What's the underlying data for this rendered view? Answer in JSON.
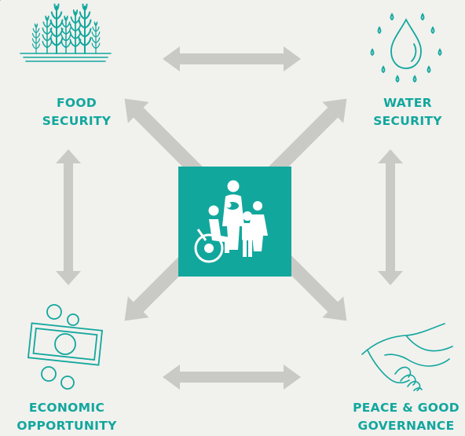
{
  "colors": {
    "teal": "#12a79d",
    "arrow": "#c9c9c6",
    "background": "#f1f1ee",
    "center_icon_fill": "#ffffff"
  },
  "nodes": {
    "food": {
      "line1": "FOOD",
      "line2": "SECURITY",
      "icon": "wheat-field-icon"
    },
    "water": {
      "line1": "WATER",
      "line2": "SECURITY",
      "icon": "water-drop-icon"
    },
    "economic": {
      "line1": "ECONOMIC",
      "line2": "OPPORTUNITY",
      "icon": "money-coins-icon"
    },
    "peace": {
      "line1": "PEACE & GOOD",
      "line2": "GOVERNANCE",
      "icon": "handshake-icon"
    },
    "center": {
      "icon": "people-family-wheelchair-icon"
    }
  },
  "connections": [
    {
      "from": "food",
      "to": "water",
      "kind": "bidirectional"
    },
    {
      "from": "food",
      "to": "economic",
      "kind": "bidirectional"
    },
    {
      "from": "water",
      "to": "peace",
      "kind": "bidirectional"
    },
    {
      "from": "economic",
      "to": "peace",
      "kind": "bidirectional"
    },
    {
      "from": "center",
      "to": "food",
      "kind": "outward"
    },
    {
      "from": "center",
      "to": "water",
      "kind": "outward"
    },
    {
      "from": "center",
      "to": "economic",
      "kind": "outward"
    },
    {
      "from": "center",
      "to": "peace",
      "kind": "outward"
    }
  ]
}
